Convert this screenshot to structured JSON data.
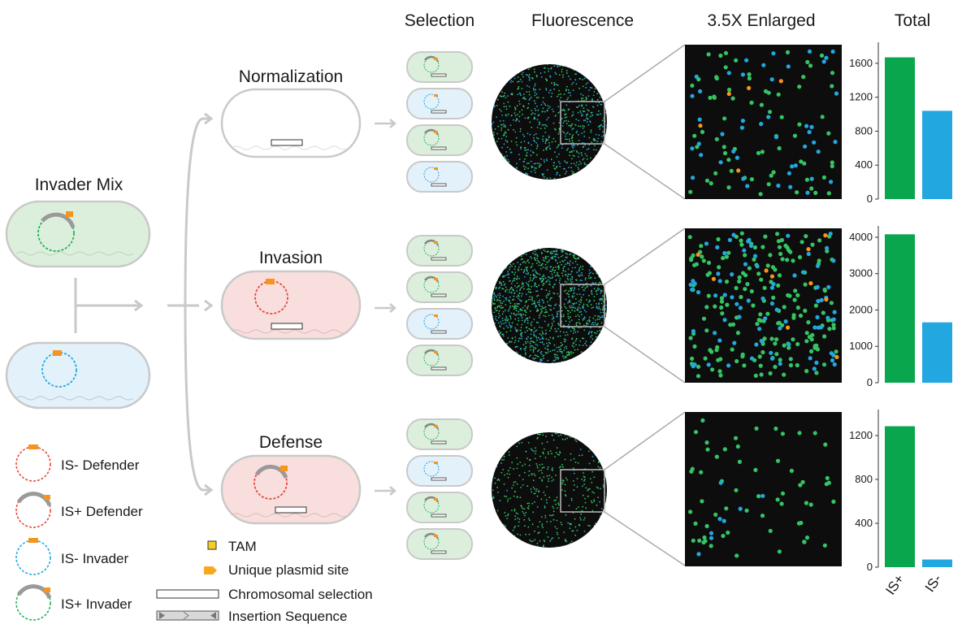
{
  "headers": {
    "selection": "Selection",
    "fluorescence": "Fluorescence",
    "enlarged": "3.5X Enlarged",
    "total": "Total"
  },
  "panels": {
    "invader_mix": "Invader Mix",
    "normalization": "Normalization",
    "invasion": "Invasion",
    "defense": "Defense"
  },
  "legend_plasmids": [
    {
      "label": "IS- Defender",
      "color": "#e84a3c",
      "is": false
    },
    {
      "label": "IS+ Defender",
      "color": "#e84a3c",
      "is": true
    },
    {
      "label": "IS- Invader",
      "color": "#27a9e1",
      "is": false
    },
    {
      "label": "IS+ Invader",
      "color": "#22b35a",
      "is": true
    }
  ],
  "legend_symbols": {
    "tam": "TAM",
    "unique_site": "Unique plasmid site",
    "chromosomal": "Chromosomal selection",
    "insertion": "Insertion Sequence"
  },
  "colors": {
    "green": "#0aa64d",
    "blue": "#23a7e0",
    "orange": "#f7941d",
    "red_plasmid": "#e84a3c",
    "cell_green": "#dcefdc",
    "cell_blue": "#e3f1fa",
    "cell_red": "#f9dede",
    "grey": "#c9c9c9"
  },
  "chart_data": [
    {
      "type": "bar",
      "categories": [
        "IS+",
        "IS-"
      ],
      "values": [
        1670,
        1040
      ],
      "ylim": [
        0,
        1800
      ],
      "yticks": [
        0,
        400,
        800,
        1200,
        1600
      ]
    },
    {
      "type": "bar",
      "categories": [
        "IS+",
        "IS-"
      ],
      "values": [
        4080,
        1660
      ],
      "ylim": [
        0,
        4200
      ],
      "yticks": [
        0,
        1000,
        2000,
        3000,
        4000
      ]
    },
    {
      "type": "bar",
      "categories": [
        "IS+",
        "IS-"
      ],
      "values": [
        1285,
        70
      ],
      "ylim": [
        0,
        1400
      ],
      "yticks": [
        0,
        400,
        800,
        1200
      ]
    }
  ]
}
